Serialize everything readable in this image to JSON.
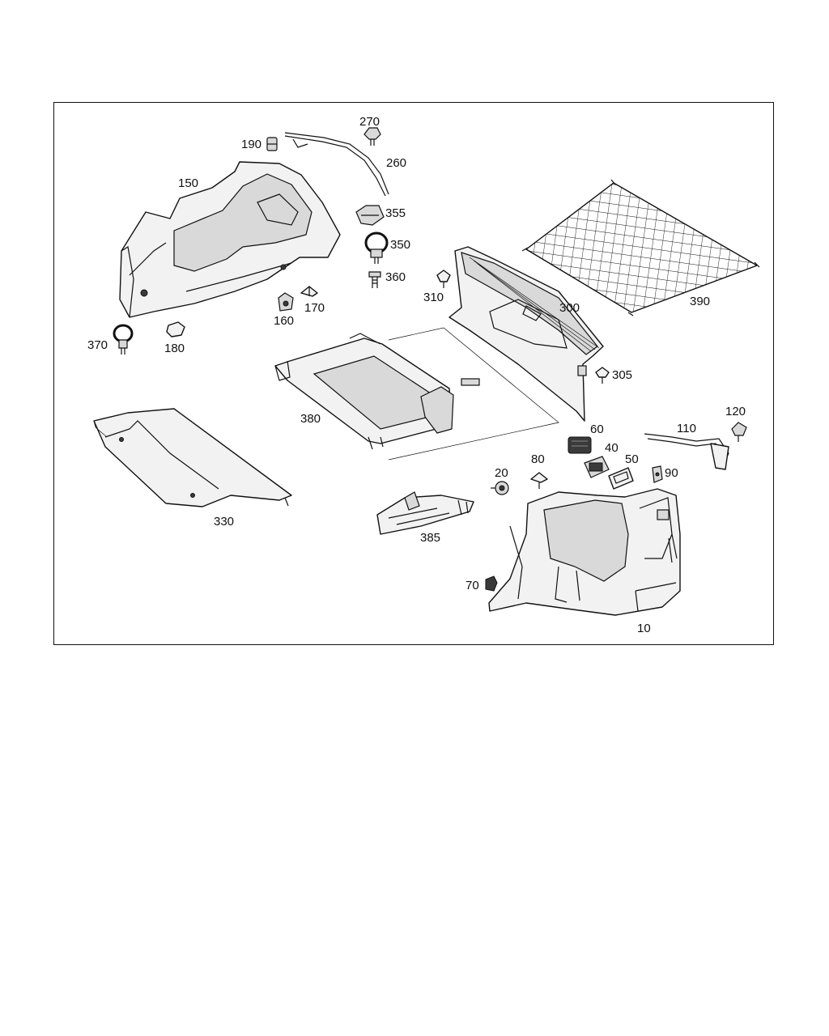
{
  "diagram": {
    "callouts": [
      "270",
      "190",
      "260",
      "150",
      "355",
      "350",
      "360",
      "170",
      "160",
      "370",
      "180",
      "310",
      "300",
      "390",
      "305",
      "380",
      "330",
      "60",
      "110",
      "120",
      "40",
      "50",
      "90",
      "20",
      "80",
      "385",
      "70",
      "10"
    ]
  }
}
